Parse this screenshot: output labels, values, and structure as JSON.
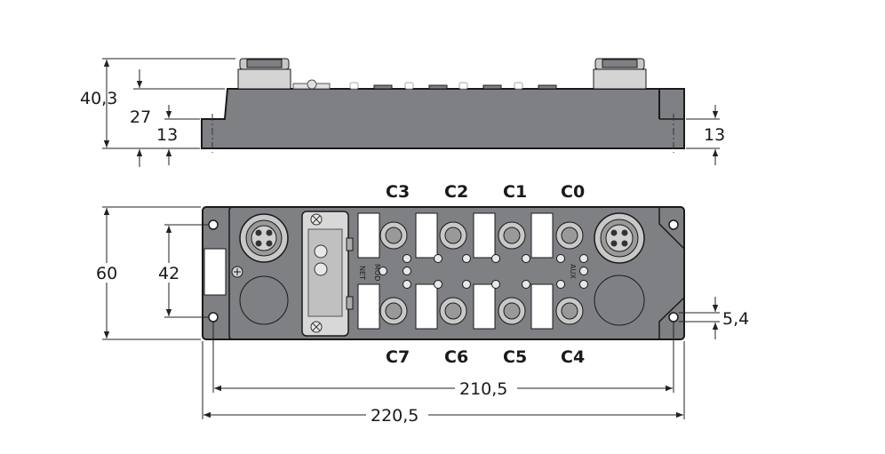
{
  "side_view": {
    "dimensions": {
      "total_height": "40,3",
      "body_height": "27",
      "step_height_left": "13",
      "step_height_right": "13"
    }
  },
  "top_view": {
    "ports_top": [
      "C3",
      "C2",
      "C1",
      "C0"
    ],
    "ports_bottom": [
      "C7",
      "C6",
      "C5",
      "C4"
    ],
    "led_labels": {
      "net": "NET",
      "mod": "MOD",
      "aux": "AUX"
    },
    "dimensions": {
      "height": "60",
      "hole_spacing": "42",
      "hole_diameter": "5,4",
      "hole_distance": "210,5",
      "length": "220,5"
    }
  },
  "colors": {
    "housing": "#7f8084",
    "line": "#1a1a1a",
    "light": "#d4d4d4"
  }
}
